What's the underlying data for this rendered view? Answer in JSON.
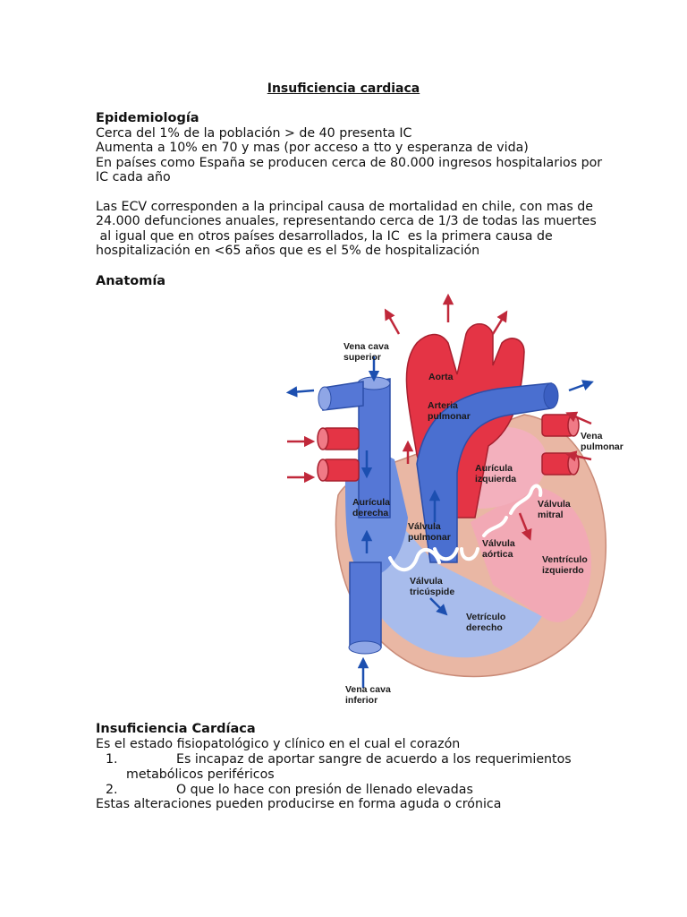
{
  "document": {
    "title": "Insuficiencia cardiaca",
    "epidemiologia": {
      "heading": "Epidemiología",
      "lines": [
        "Cerca del 1% de la población > de 40 presenta IC",
        "Aumenta a 10% en 70 y mas (por acceso a tto y esperanza de vida)",
        "En países como España se producen cerca de 80.000 ingresos hospitalarios por",
        "IC cada año"
      ],
      "para2": [
        "Las ECV corresponden a la principal causa de mortalidad en chile, con mas de",
        "24.000 defunciones anuales, representando cerca de 1/3 de todas las muertes",
        " al igual que en otros países desarrollados, la IC  es la primera causa de",
        "hospitalización en <65 años que es el 5% de hospitalización"
      ]
    },
    "anatomia": {
      "heading": "Anatomía",
      "labels": {
        "vena_cava_superior_1": "Vena cava",
        "vena_cava_superior_2": "superior",
        "aorta": "Aorta",
        "arteria_pulmonar_1": "Arteria",
        "arteria_pulmonar_2": "pulmonar",
        "vena_pulmonar_1": "Vena",
        "vena_pulmonar_2": "pulmonar",
        "auricula_izquierda_1": "Aurícula",
        "auricula_izquierda_2": "izquierda",
        "auricula_derecha_1": "Aurícula",
        "auricula_derecha_2": "derecha",
        "valvula_pulmonar_1": "Válvula",
        "valvula_pulmonar_2": "pulmonar",
        "valvula_mitral_1": "Válvula",
        "valvula_mitral_2": "mitral",
        "valvula_aortica_1": "Válvula",
        "valvula_aortica_2": "aórtica",
        "ventriculo_izquierdo_1": "Ventrículo",
        "ventriculo_izquierdo_2": "izquierdo",
        "valvula_tricuspide_1": "Válvula",
        "valvula_tricuspide_2": "tricúspide",
        "ventriculo_derecho_1": "Vetrículo",
        "ventriculo_derecho_2": "derecho",
        "vena_cava_inferior_1": "Vena cava",
        "vena_cava_inferior_2": "inferior"
      },
      "colors": {
        "red": "#e63a4a",
        "blue": "#4a6fd0",
        "pink": "#f3b8c0",
        "lightblue": "#a9bdee",
        "wall": "#e8b8a8"
      }
    },
    "ic": {
      "heading": "Insuficiencia Cardíaca",
      "intro": "Es el estado fisiopatológico y clínico en el cual el corazón",
      "item1_num": "1.",
      "item1_text": "Es incapaz de aportar sangre de acuerdo a los requerimientos",
      "item1_cont": "metabólicos periféricos",
      "item2_num": "2.",
      "item2_text": "O que lo hace con presión de llenado elevadas",
      "outro": "Estas alteraciones pueden producirse en forma aguda o crónica"
    }
  }
}
